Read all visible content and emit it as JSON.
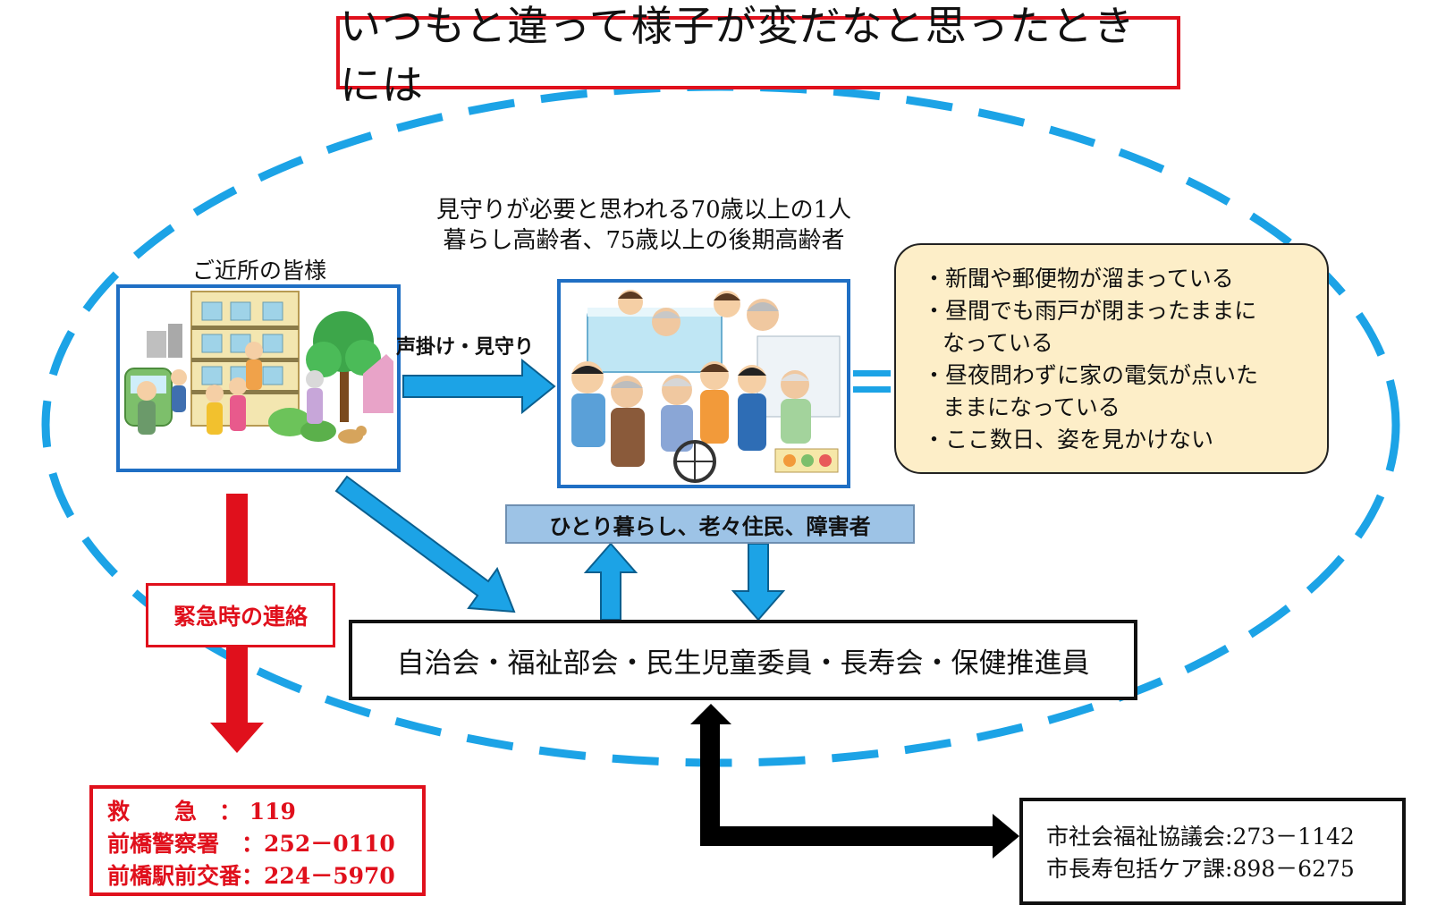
{
  "title": "いつもと違って様子が変だなと思ったときには",
  "target": {
    "line1": "見守りが必要と思われる70歳以上の1人",
    "line2": "暮らし高齢者、75歳以上の後期高齢者"
  },
  "neighbors": {
    "label": "ご近所の皆様"
  },
  "arrow_label": "声掛け・見守り",
  "signs": {
    "items": [
      {
        "line1": "・新聞や郵便物が溜まっている",
        "line2": ""
      },
      {
        "line1": "・昼間でも雨戸が閉まったままに",
        "line2": "なっている"
      },
      {
        "line1": "・昼夜問わずに家の電気が点いた",
        "line2": "ままになっている"
      },
      {
        "line1": "・ここ数日、姿を見かけない",
        "line2": ""
      }
    ]
  },
  "residents": "ひとり暮らし、老々住民、障害者",
  "organizations": "自治会・福祉部会・民生児童委員・長寿会・保健推進員",
  "emergency": {
    "label": "緊急時の連絡",
    "rows": [
      {
        "name": "救　　急",
        "sep": "　：",
        "number": "119"
      },
      {
        "name": "前橋警察署",
        "sep": "　：",
        "number": "252－0110"
      },
      {
        "name": "前橋駅前交番",
        "sep": "：",
        "number": "224－5970"
      }
    ]
  },
  "contacts": {
    "rows": [
      {
        "name": "市社会福祉協議会",
        "number": "273－1142"
      },
      {
        "name": "市長寿包括ケア課",
        "number": "898－6275"
      }
    ]
  },
  "colors": {
    "dashed_ellipse": "#1ca3e6",
    "blue_arrow": "#1ca3e6",
    "red": "#e0101c",
    "signs_fill": "#fdeec8",
    "residents_fill": "#9dc3e6"
  }
}
